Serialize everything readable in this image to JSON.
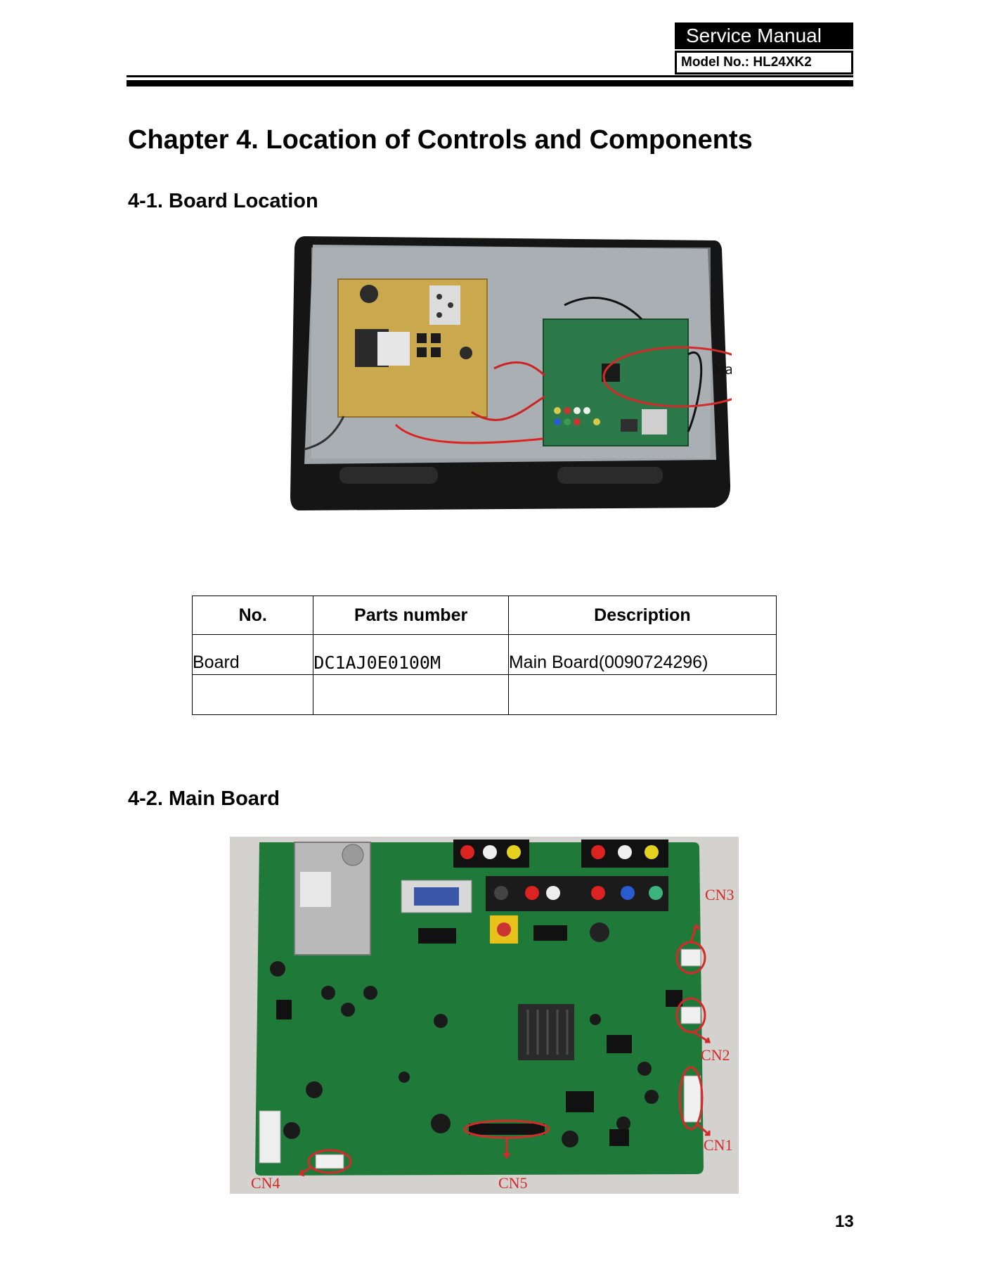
{
  "header": {
    "title": "Service Manual",
    "model": "Model No.: HL24XK2"
  },
  "chapter_title": "Chapter 4. Location of Controls and Components",
  "section1_title": "4-1. Board Location",
  "figure1": {
    "callout_label": "Main Board"
  },
  "table": {
    "headers": [
      "No.",
      "Parts number",
      "Description"
    ],
    "rows": [
      [
        "Board",
        "DC1AJ0E0100M",
        "Main Board(0090724296)"
      ],
      [
        "",
        "",
        ""
      ]
    ]
  },
  "section2_title": "4-2. Main Board",
  "figure2": {
    "labels": {
      "cn1": "CN1",
      "cn2": "CN2",
      "cn3": "CN3",
      "cn4": "CN4",
      "cn5": "CN5"
    }
  },
  "colors": {
    "highlight": "#d42a2a",
    "pcb": "#1f7a3a"
  },
  "page_number": "13"
}
